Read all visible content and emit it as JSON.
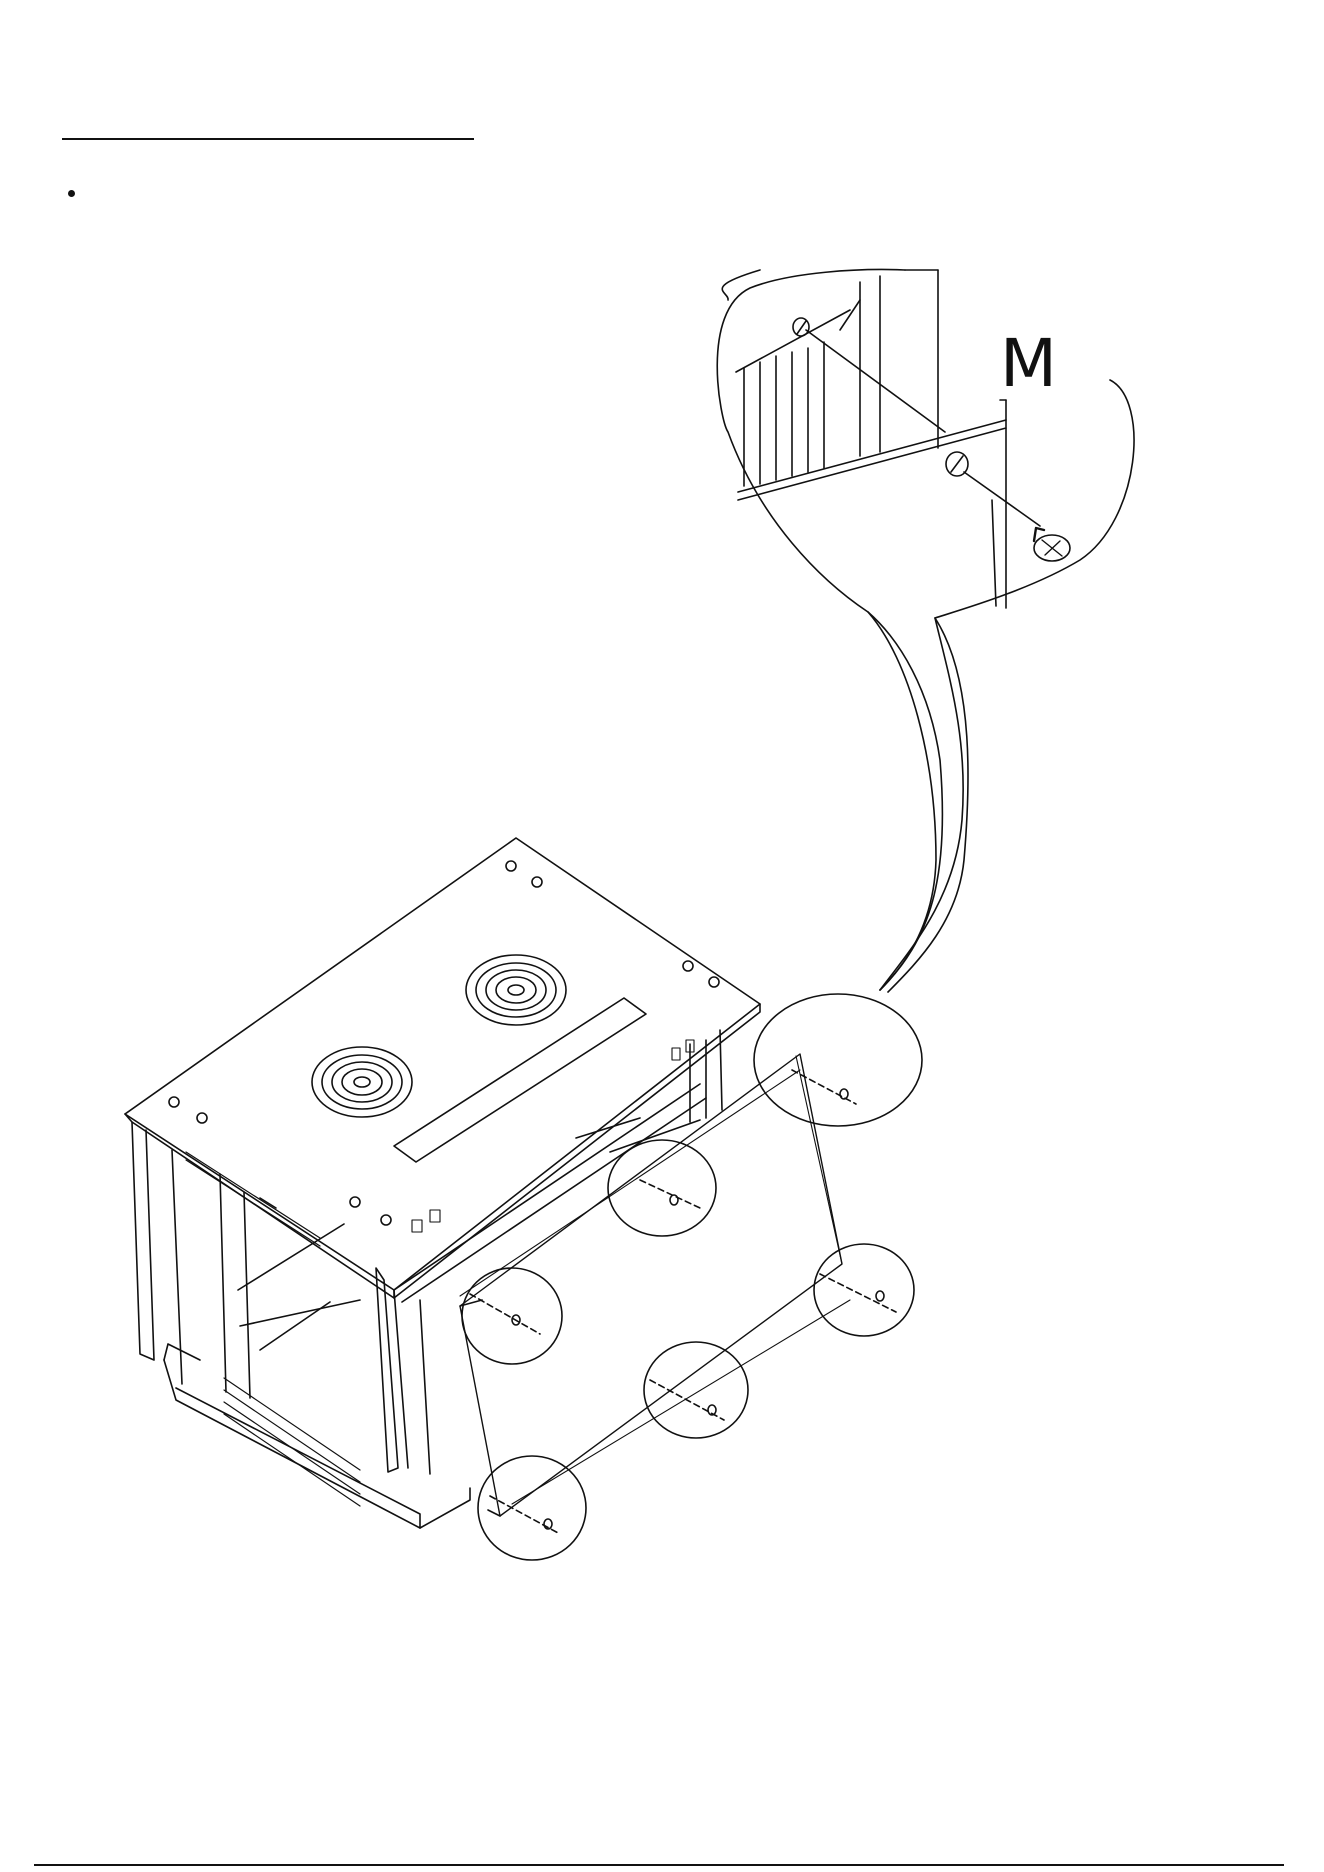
{
  "callout": {
    "letter": "M"
  },
  "colors": {
    "line": "#111111",
    "background": "#ffffff"
  },
  "icons": [
    "bullet-point",
    "screw-icon",
    "rack-cabinet-illustration"
  ]
}
